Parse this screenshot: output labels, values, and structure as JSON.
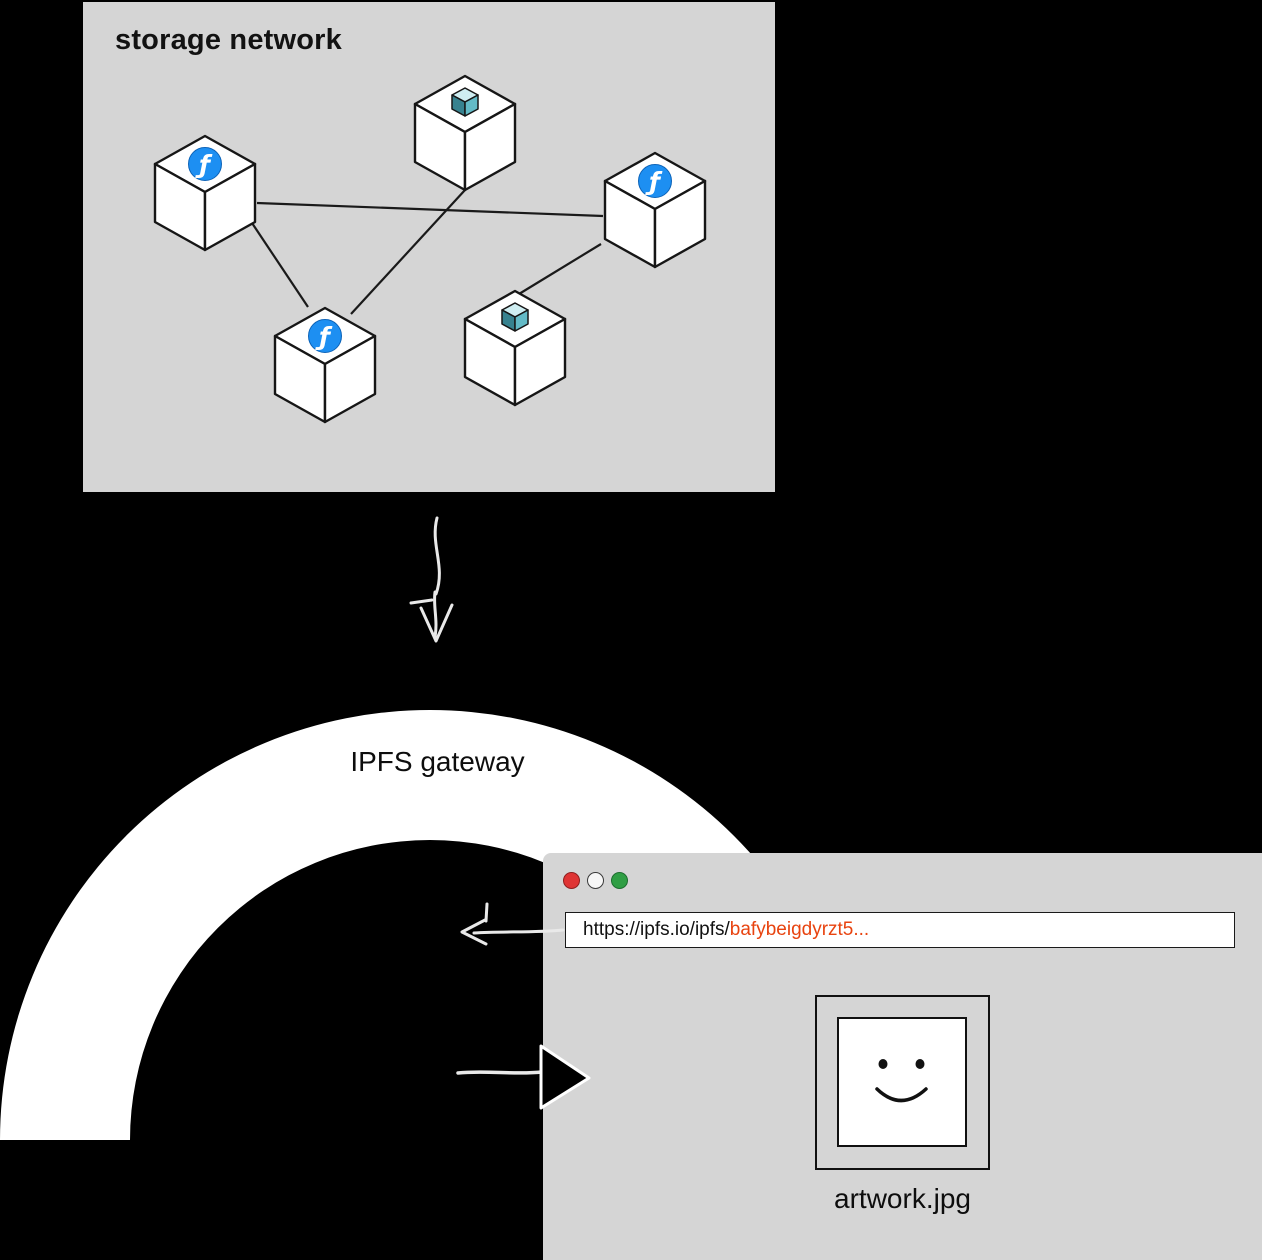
{
  "storage_network": {
    "title": "storage network",
    "filecoin_symbol": "ƒ",
    "nodes": [
      {
        "id": "node-1",
        "icon": "filecoin-icon"
      },
      {
        "id": "node-2",
        "icon": "ipfs-block-icon"
      },
      {
        "id": "node-3",
        "icon": "filecoin-icon"
      },
      {
        "id": "node-4",
        "icon": "filecoin-icon"
      },
      {
        "id": "node-5",
        "icon": "ipfs-block-icon"
      }
    ]
  },
  "gateway": {
    "label": "IPFS gateway"
  },
  "browser": {
    "traffic_lights": [
      "red",
      "white",
      "green"
    ],
    "address_bar": {
      "url_prefix": "https://ipfs.io/ipfs/",
      "url_cid": "bafybeigdyrzt5..."
    },
    "artwork": {
      "caption": "artwork.jpg",
      "icon": "smiley-face-icon"
    }
  },
  "arrows": [
    {
      "name": "storage-network-to-gateway",
      "style": "sketch-down"
    },
    {
      "name": "browser-request-to-gateway",
      "style": "sketch-left"
    },
    {
      "name": "gateway-response-to-browser",
      "style": "solid-right"
    }
  ],
  "colors": {
    "background": "#000000",
    "panel_gray": "#d5d5d5",
    "filecoin_blue": "#1d8ff2",
    "ipfs_teal_top": "#cfeef2",
    "ipfs_teal_left": "#37828f",
    "ipfs_teal_right": "#63bac6",
    "url_cid_color": "#e8430f",
    "traffic_red": "#df3434",
    "traffic_green": "#2f9e44",
    "arc_white": "#ffffff"
  }
}
